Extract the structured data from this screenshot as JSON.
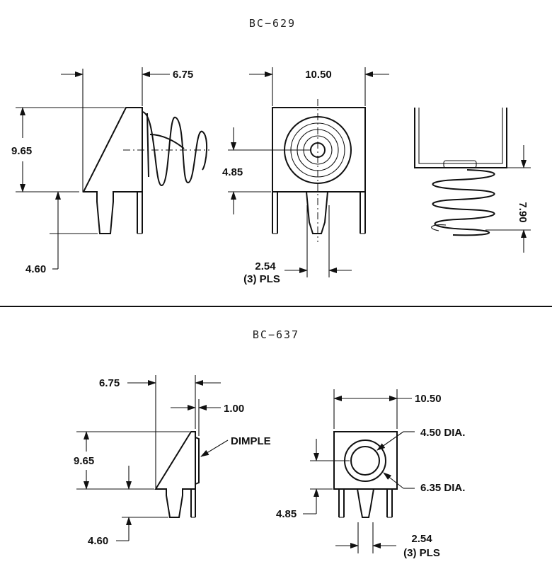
{
  "colors": {
    "line": "#111111",
    "background": "#ffffff"
  },
  "top": {
    "title": "BC−629",
    "side": {
      "width": "6.75",
      "height": "9.65",
      "pin": "4.60"
    },
    "front": {
      "width": "10.50",
      "center_height": "4.85",
      "pitch": "2.54",
      "pitch_note": "(3) PLS"
    },
    "coil": {
      "height": "7.90"
    }
  },
  "bottom": {
    "title": "BC−637",
    "side": {
      "width": "6.75",
      "thickness": "1.00",
      "dimple": "DIMPLE",
      "height": "9.65",
      "pin": "4.60"
    },
    "front": {
      "width": "10.50",
      "inner_dia": "4.50  DIA.",
      "outer_dia": "6.35  DIA.",
      "center_height": "4.85",
      "pitch": "2.54",
      "pitch_note": "(3) PLS"
    }
  }
}
